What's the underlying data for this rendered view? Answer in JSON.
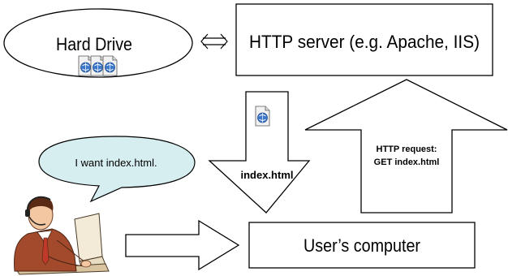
{
  "hard_drive": {
    "label": "Hard Drive"
  },
  "http_server": {
    "label": "HTTP server (e.g. Apache, IIS)"
  },
  "users_computer": {
    "label": "User’s computer"
  },
  "response_arrow": {
    "label": "index.html"
  },
  "request_arrow": {
    "line1": "HTTP request:",
    "line2": "GET index.html"
  },
  "speech_bubble": {
    "text": "I want index.html."
  },
  "colors": {
    "bubble_fill": "#d6eef0",
    "stroke": "#000000",
    "file_icon": "#3d77c9"
  },
  "icons": {
    "link_arrow": "double-arrow-icon",
    "file": "html-file-icon",
    "person": "person-at-computer-clipart"
  }
}
